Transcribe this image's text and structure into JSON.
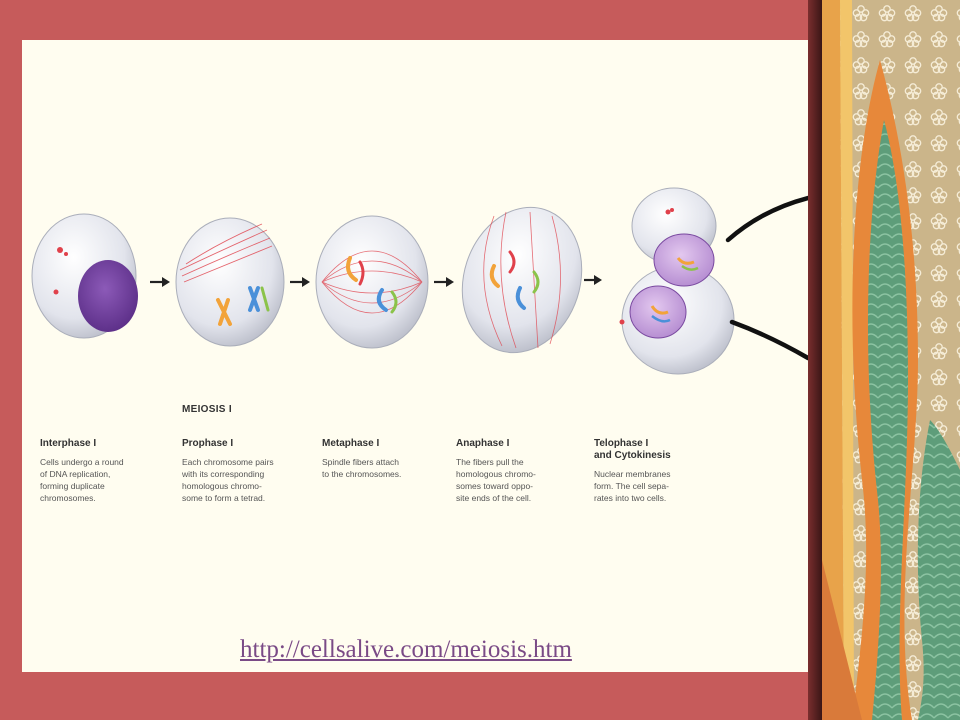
{
  "slide": {
    "heading": "MEIOSIS I",
    "link": {
      "text": "http://cellsalive.com/meiosis.htm"
    }
  },
  "phases": [
    {
      "title": "Interphase I",
      "description": "Cells undergo a round\nof DNA replication,\nforming duplicate\nchromosomes."
    },
    {
      "title": "Prophase I",
      "description": "Each chromosome pairs\nwith its corresponding\nhomologous chromo-\nsome to form a tetrad."
    },
    {
      "title": "Metaphase I",
      "description": "Spindle fibers attach\nto the chromosomes."
    },
    {
      "title": "Anaphase I",
      "description": "The fibers pull the\nhomologous chromo-\nsomes toward oppo-\nsite ends of the cell."
    },
    {
      "title": "Telophase I\nand Cytokinesis",
      "description": "Nuclear membranes\nform. The cell sepa-\nrates into two cells."
    }
  ],
  "colors": {
    "frame": "#c65b5b",
    "slide_background": "#fffdf0",
    "cell_fill": "#e4e6ee",
    "nucleus": "#6a3d9a",
    "spindle": "#e0414b",
    "link": "#7a4a86"
  }
}
